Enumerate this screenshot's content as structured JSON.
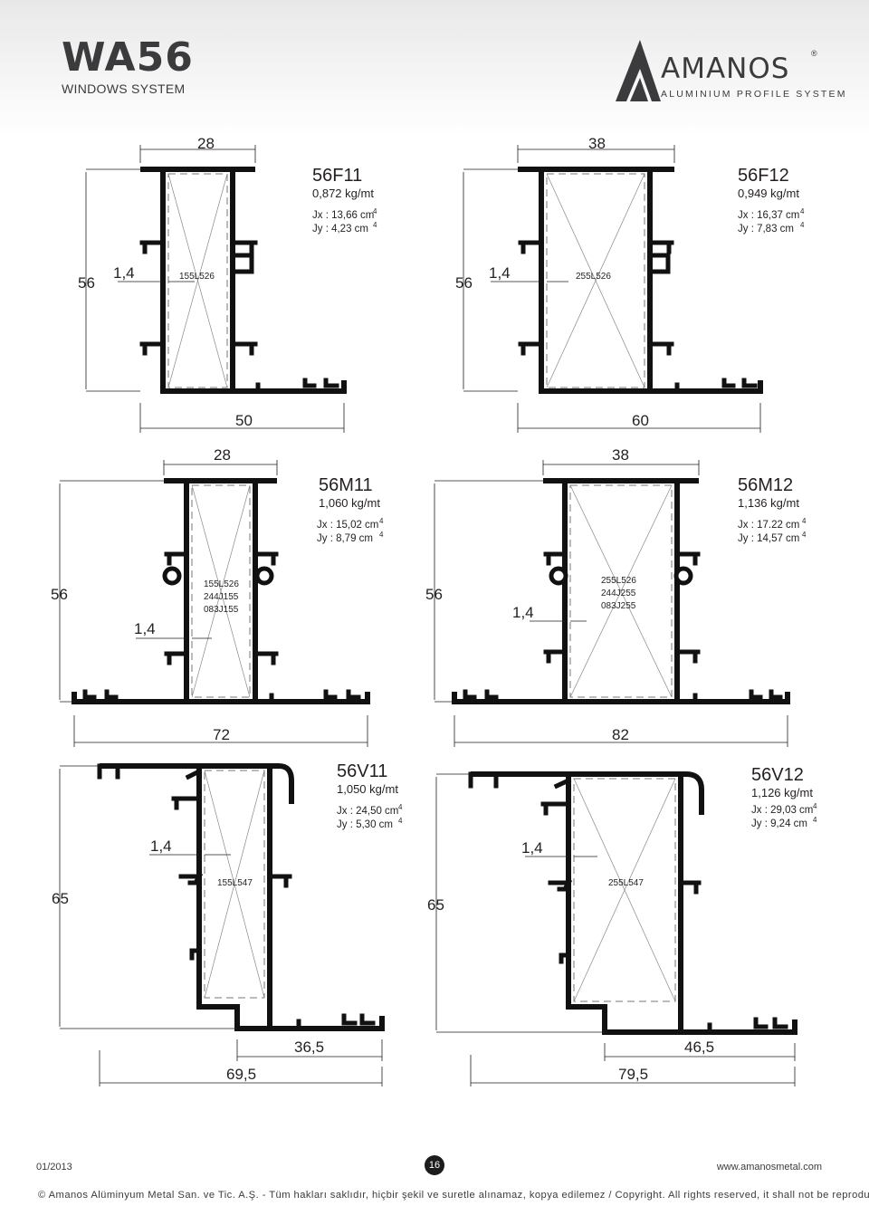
{
  "header": {
    "series": "WA56",
    "subtitle": "WINDOWS SYSTEM"
  },
  "logo": {
    "brand": "AMANOS",
    "tagline": "ALUMINIUM PROFILE SYSTEM",
    "registered": "®"
  },
  "profiles": [
    {
      "code": "56F11",
      "weight": "0,872 kg/mt",
      "jx_label": "Jx : 13,66 cm",
      "jy_label": "Jy :   4,23 cm",
      "exp": "4",
      "gaskets": [
        "155L526"
      ],
      "wall": "1,4",
      "height": "56",
      "top_width": "28",
      "bottom_width": "50"
    },
    {
      "code": "56F12",
      "weight": "0,949 kg/mt",
      "jx_label": "Jx : 16,37 cm",
      "jy_label": "Jy :   7,83 cm",
      "exp": "4",
      "gaskets": [
        "255L526"
      ],
      "wall": "1,4",
      "height": "56",
      "top_width": "38",
      "bottom_width": "60"
    },
    {
      "code": "56M11",
      "weight": "1,060 kg/mt",
      "jx_label": "Jx : 15,02 cm",
      "jy_label": "Jy :   8,79 cm",
      "exp": "4",
      "gaskets": [
        "155L526",
        "244J155",
        "083J155"
      ],
      "wall": "1,4",
      "height": "56",
      "top_width": "28",
      "bottom_width": "72"
    },
    {
      "code": "56M12",
      "weight": "1,136 kg/mt",
      "jx_label": "Jx : 17.22 cm",
      "jy_label": "Jy : 14,57 cm",
      "exp": "4",
      "gaskets": [
        "255L526",
        "244J255",
        "083J255"
      ],
      "wall": "1,4",
      "height": "56",
      "top_width": "38",
      "bottom_width": "82"
    },
    {
      "code": "56V11",
      "weight": "1,050 kg/mt",
      "jx_label": "Jx : 24,50 cm",
      "jy_label": "Jy :   5,30 cm",
      "exp": "4",
      "gaskets": [
        "155L547"
      ],
      "wall": "1,4",
      "height": "65",
      "inner_width": "36,5",
      "bottom_width": "69,5"
    },
    {
      "code": "56V12",
      "weight": "1,126 kg/mt",
      "jx_label": "Jx : 29,03 cm",
      "jy_label": "Jy :   9,24 cm",
      "exp": "4",
      "gaskets": [
        "255L547"
      ],
      "wall": "1,4",
      "height": "65",
      "inner_width": "46,5",
      "bottom_width": "79,5"
    }
  ],
  "footer": {
    "date": "01/2013",
    "page": "16",
    "website": "www.amanosmetal.com",
    "copyright": "© Amanos Alüminyum Metal San. ve Tic. A.Ş. - Tüm hakları saklıdır, hiçbir şekil ve suretle alınamaz, kopya edilemez / Copyright. All rights reserved, it shall not be reproduced."
  }
}
